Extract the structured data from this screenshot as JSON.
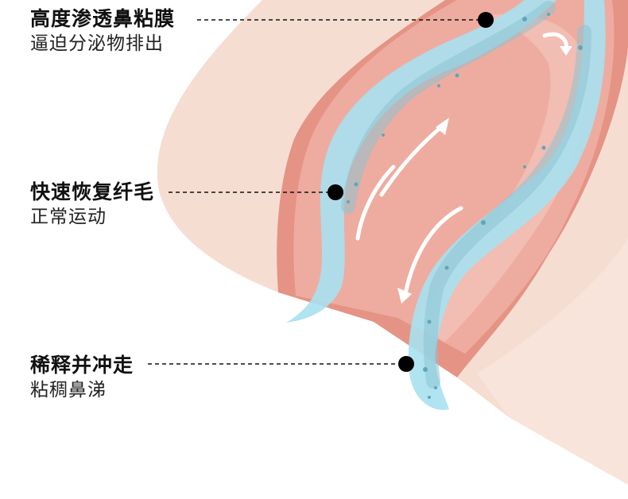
{
  "callouts": [
    {
      "title": "高度渗透鼻粘膜",
      "subtitle": "逼迫分泌物排出"
    },
    {
      "title": "快速恢复纤毛",
      "subtitle": "正常运动"
    },
    {
      "title": "稀释并冲走",
      "subtitle": "粘稠鼻涕"
    }
  ],
  "colors": {
    "skin": "#f6ddd2",
    "tissue": "#eeaca0",
    "tissue_light": "#f3c4b9",
    "tissue_dark": "#e3897b",
    "spray": "#a7e1f0",
    "spray_dark": "#8ec3d2",
    "arrow": "#ffffff",
    "leader": "#111111"
  }
}
